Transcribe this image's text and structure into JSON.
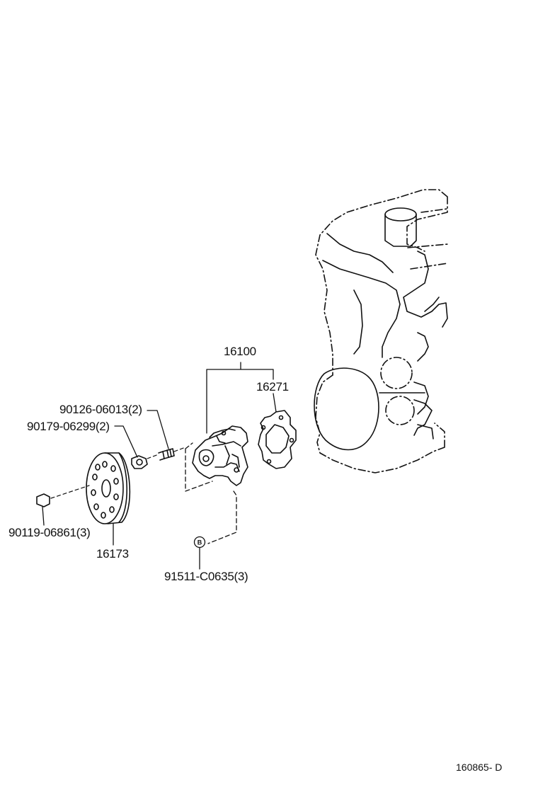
{
  "diagram": {
    "parts": [
      {
        "id": "water-pump-assy",
        "label": "16100"
      },
      {
        "id": "gasket",
        "label": "16271"
      },
      {
        "id": "stud-bolt",
        "label": "90126-06013(2)"
      },
      {
        "id": "nut",
        "label": "90179-06299(2)"
      },
      {
        "id": "pulley",
        "label": "16173"
      },
      {
        "id": "pulley-bolt",
        "label": "90119-06861(3)"
      },
      {
        "id": "pump-bolt",
        "label": "91511-C0635(3)"
      }
    ],
    "marker": "B",
    "drawing_code": "160865- D"
  },
  "colors": {
    "line": "#111111",
    "background": "#ffffff"
  }
}
